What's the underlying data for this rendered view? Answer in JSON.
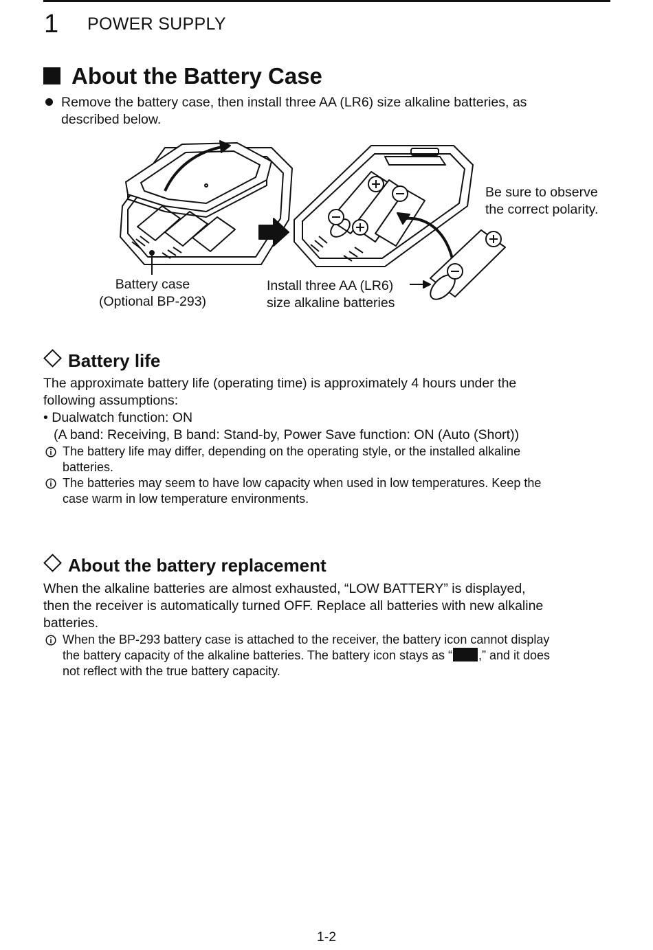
{
  "header": {
    "chapter_number": "1",
    "chapter_title": "POWER SUPPLY"
  },
  "section": {
    "title": "About the Battery Case",
    "bullet_line1": "Remove the battery case, then install three AA (LR6) size alkaline batteries, as",
    "bullet_line2": "described below."
  },
  "illustration": {
    "caption_left_line1": "Battery case",
    "caption_left_line2": "(Optional BP-293)",
    "caption_mid_line1": "Install three AA (LR6)",
    "caption_mid_line2": "size alkaline batteries",
    "caption_right_line1": "Be sure to observe",
    "caption_right_line2": "the correct polarity."
  },
  "battery_life": {
    "heading": "Battery life",
    "line1": "The approximate battery life (operating time) is approximately 4 hours under the",
    "line2": "following assumptions:",
    "line3": "• Dualwatch function: ON",
    "line4": "(A band: Receiving, B band: Stand-by, Power Save function: ON (Auto (Short))",
    "note1_line1": "The battery life may differ, depending on the operating style, or the installed alkaline",
    "note1_line2": "batteries.",
    "note2_line1": "The batteries may seem to have low capacity when used in low temperatures. Keep the",
    "note2_line2": "case warm in low temperature environments."
  },
  "replacement": {
    "heading": "About the battery replacement",
    "line1": "When the alkaline batteries are almost exhausted, “LOW BATTERY” is displayed,",
    "line2": "then the receiver is automatically turned OFF. Replace all batteries with new alkaline",
    "line3": "batteries.",
    "note_line1": "When the BP-293 battery case is attached to the receiver, the battery icon cannot display",
    "note_line2_a": "the battery capacity of the alkaline batteries. The battery icon stays as “",
    "note_line2_b": ",” and it does",
    "note_line3": "not reflect with the true battery capacity."
  },
  "footer": {
    "page_number": "1-2"
  }
}
